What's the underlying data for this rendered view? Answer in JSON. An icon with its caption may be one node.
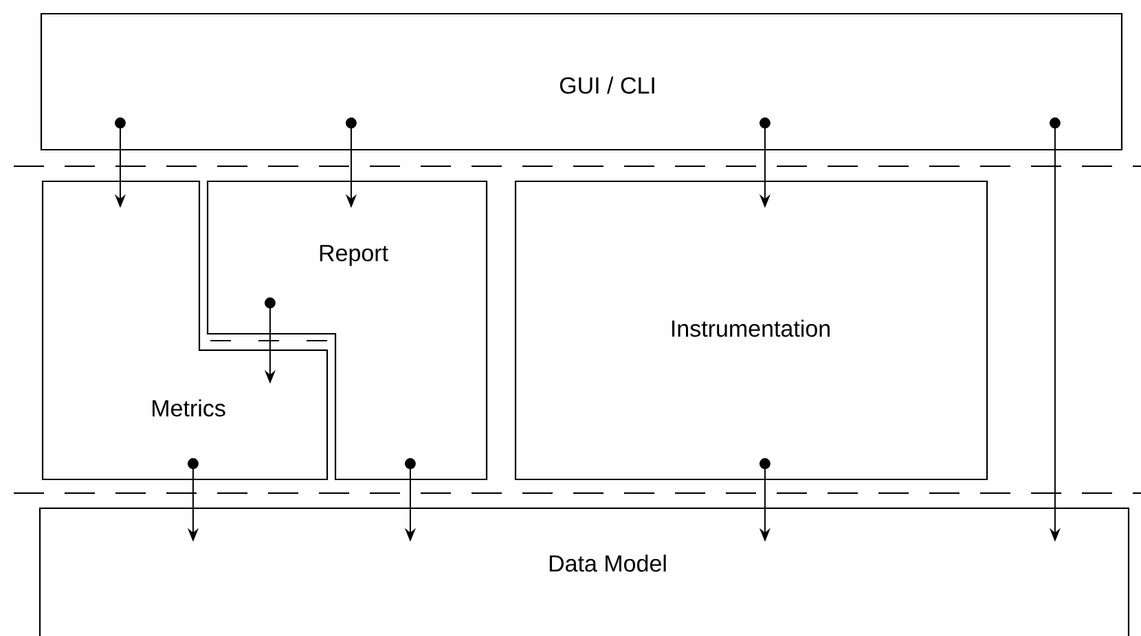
{
  "diagram": {
    "nodes": [
      {
        "text": [
          "GUI / CLI"
        ]
      },
      {
        "text": [
          "Report"
        ]
      },
      {
        "text": [
          "Metrics"
        ]
      },
      {
        "text": [
          "Instrumentation"
        ]
      },
      {
        "text": [
          "Data Model"
        ]
      }
    ],
    "edges": [
      {
        "from": 0,
        "to": 2,
        "arrow": "to"
      },
      {
        "from": 0,
        "to": 1,
        "arrow": "to"
      },
      {
        "from": 0,
        "to": 3,
        "arrow": "to"
      },
      {
        "from": 0,
        "to": 4,
        "arrow": "to"
      },
      {
        "from": 1,
        "to": 2,
        "arrow": "to"
      },
      {
        "from": 2,
        "to": 4,
        "arrow": "to"
      },
      {
        "from": 1,
        "to": 4,
        "arrow": "to"
      },
      {
        "from": 3,
        "to": 4,
        "arrow": "to"
      }
    ]
  }
}
